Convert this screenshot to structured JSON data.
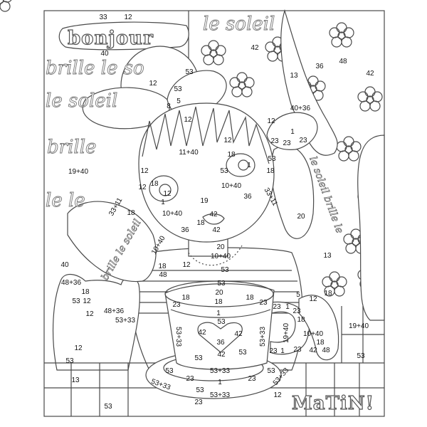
{
  "artwork": {
    "title_top": "bonjour",
    "title_bottom": "MaTiN!",
    "background_phrases": [
      "brille le so",
      "le soleil",
      "le le",
      "brille",
      "le soleil",
      "le soleil brille le",
      "brille le soleil"
    ],
    "labels": [
      "33",
      "12",
      "40",
      "12",
      "53",
      "53",
      "5",
      "8",
      "12",
      "42",
      "13",
      "36",
      "48",
      "42",
      "40+36",
      "12",
      "1",
      "23",
      "23",
      "23",
      "11+40",
      "12",
      "18",
      "53",
      "1",
      "53",
      "18",
      "12",
      "10+40",
      "19+40",
      "18",
      "12",
      "12",
      "1",
      "19",
      "36",
      "18",
      "10+40",
      "42",
      "18",
      "42",
      "36",
      "33+11",
      "33+11",
      "20",
      "10+40",
      "20",
      "10+40",
      "18",
      "12",
      "48",
      "53",
      "13",
      "40",
      "48+36",
      "18",
      "53",
      "12",
      "12",
      "48+36",
      "53+33",
      "53",
      "20",
      "18",
      "18",
      "18",
      "23",
      "23",
      "1",
      "5",
      "12",
      "18",
      "23",
      "1",
      "23",
      "18",
      "19+40",
      "10+40",
      "18",
      "42",
      "48",
      "23",
      "1",
      "23",
      "53",
      "42",
      "42",
      "36",
      "42",
      "53",
      "53",
      "53+33",
      "53+33",
      "19+40",
      "53",
      "12",
      "53",
      "13",
      "53",
      "53+33",
      "53",
      "23",
      "1",
      "23",
      "53+33",
      "53",
      "53+33",
      "23",
      "53+33",
      "12",
      "53"
    ]
  }
}
